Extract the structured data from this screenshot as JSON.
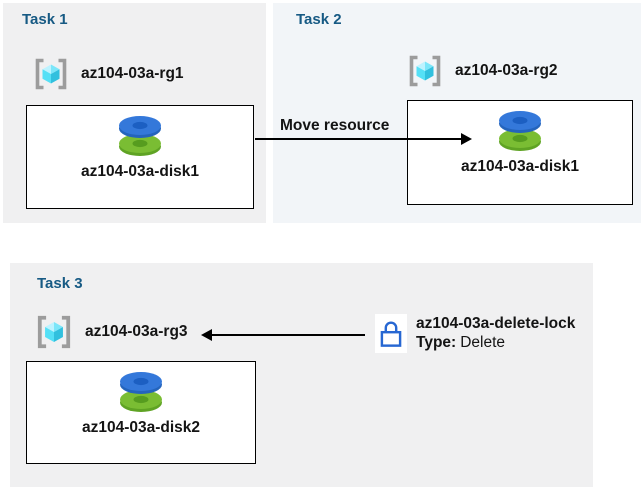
{
  "colors": {
    "panel_gray": "#f0f0f1",
    "panel_blue_tint": "#f2f5f8",
    "title_blue": "#175a84",
    "text_black": "#141414",
    "disk_blue": "#3478da",
    "disk_green": "#7abd33",
    "lock_blue": "#2767d2",
    "rg_cube_cyan": "#55e0f6",
    "bracket_gray": "#9c9c9c",
    "arrow_black": "#000000"
  },
  "icons": {
    "resource_group": "resource-group-icon",
    "disk": "disk-icon",
    "lock": "lock-icon"
  },
  "tasks": [
    {
      "title": "Task 1",
      "rg_label": "az104-03a-rg1",
      "disk_label": "az104-03a-disk1"
    },
    {
      "title": "Task 2",
      "rg_label": "az104-03a-rg2",
      "disk_label": "az104-03a-disk1"
    },
    {
      "title": "Task 3",
      "rg_label": "az104-03a-rg3",
      "disk_label": "az104-03a-disk2"
    }
  ],
  "move_arrow": {
    "label": "Move resource"
  },
  "lock": {
    "name": "az104-03a-delete-lock",
    "type_label": "Type:",
    "type_value": "Delete"
  }
}
